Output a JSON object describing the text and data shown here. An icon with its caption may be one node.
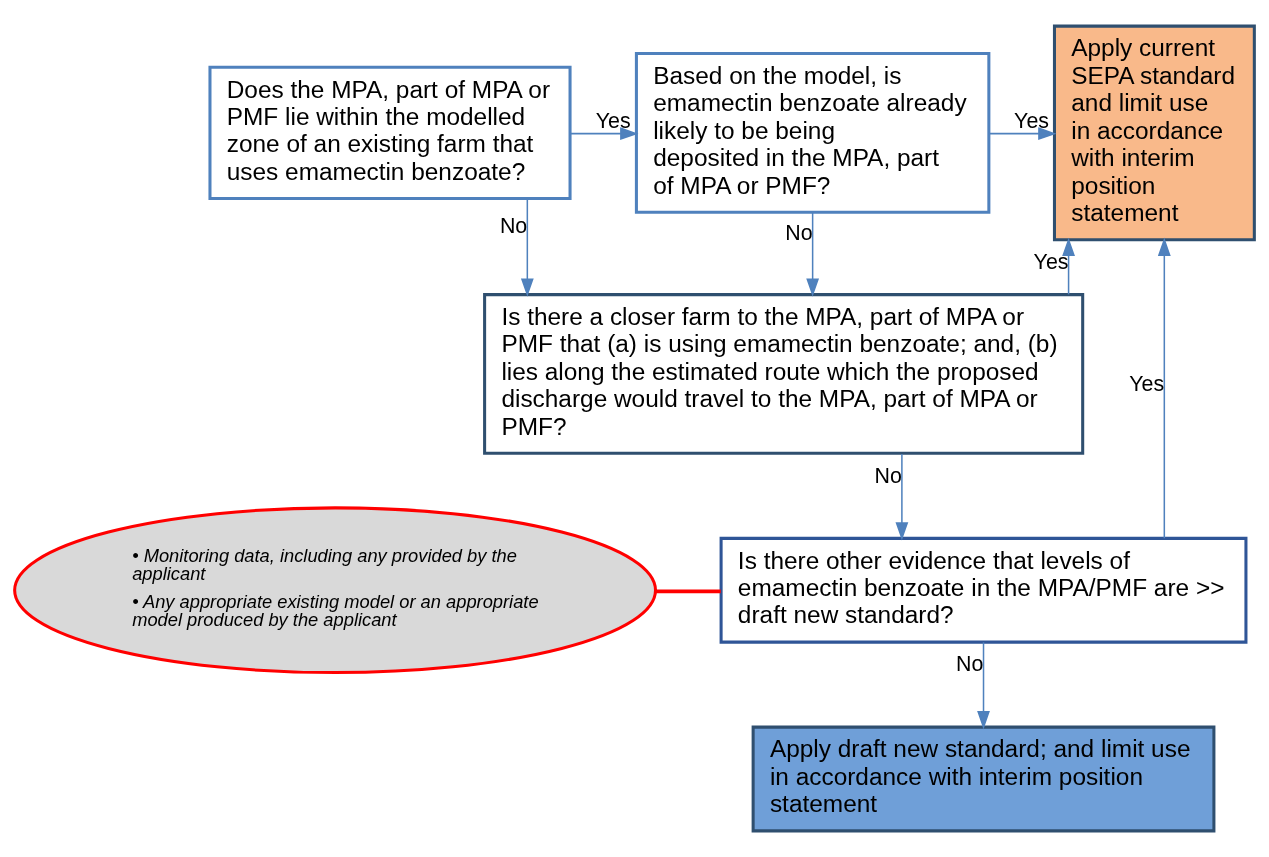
{
  "diagram": {
    "nodes": [
      {
        "text": [
          "Does the MPA, part of MPA or PMF lie within the modelled zone of an existing farm that uses emamectin benzoate?"
        ]
      },
      {
        "text": [
          "Based on the model, is emamectin benzoate already likely to be being deposited in the MPA, part of MPA or PMF?"
        ]
      },
      {
        "text": [
          "Apply current SEPA standard and limit use in accordance with interim position statement"
        ]
      },
      {
        "text": [
          "Is there a closer farm to the MPA, part of MPA or PMF that (a) is using emamectin benzoate; and, (b) lies along the estimated route which the proposed discharge would travel to the MPA, part of MPA or PMF?"
        ]
      },
      {
        "text": [
          "Is there other evidence that levels of emamectin benzoate in the MPA/PMF are >> draft new standard?"
        ]
      },
      {
        "text": [
          "Apply draft new standard; and limit use in accordance with interim position statement"
        ]
      },
      {
        "text": [
          "• Monitoring data, including any provided by the applicant",
          "• Any appropriate existing model or an appropriate model produced by the applicant"
        ]
      }
    ],
    "edges": [
      {
        "from": 0,
        "to": 1,
        "arrow": "to",
        "label": "Yes"
      },
      {
        "from": 1,
        "to": 2,
        "arrow": "to",
        "label": "Yes"
      },
      {
        "from": 0,
        "to": 3,
        "arrow": "to",
        "label": "No"
      },
      {
        "from": 1,
        "to": 3,
        "arrow": "to",
        "label": "No"
      },
      {
        "from": 3,
        "to": 2,
        "arrow": "to",
        "label": "Yes"
      },
      {
        "from": 4,
        "to": 2,
        "arrow": "to",
        "label": "Yes"
      },
      {
        "from": 3,
        "to": 4,
        "arrow": "to",
        "label": "No"
      },
      {
        "from": 4,
        "to": 5,
        "arrow": "to",
        "label": "No"
      },
      {
        "from": 6,
        "to": 4,
        "arrow": "none",
        "color": "#ff0000",
        "style": "thick"
      }
    ]
  }
}
